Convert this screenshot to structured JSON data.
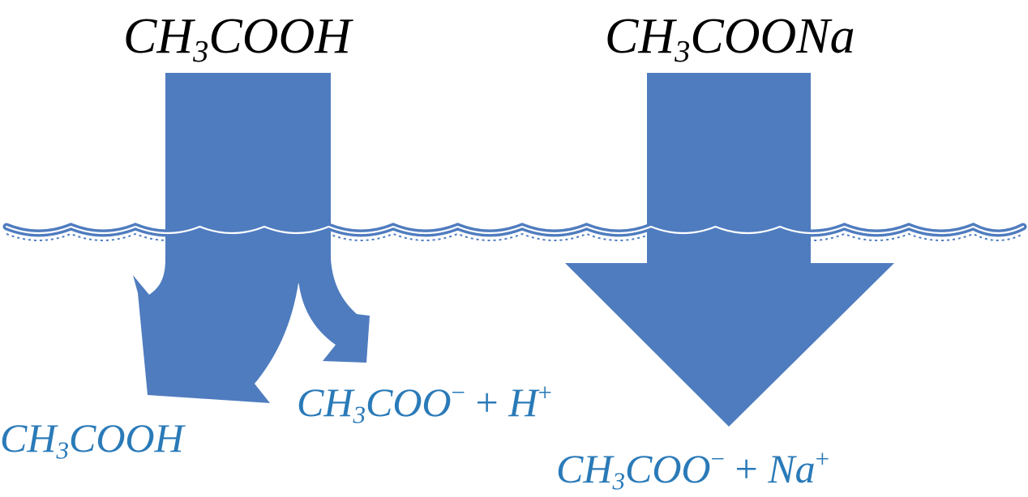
{
  "colors": {
    "arrow_fill": "#4f7cbf",
    "water_line": "#4f7cbf",
    "top_label": "#000000",
    "product_label": "#2a7ab8",
    "background": "#ffffff"
  },
  "labels": {
    "acid": {
      "base": "CH",
      "sub": "3",
      "rest": "COOH"
    },
    "salt": {
      "base": "CH",
      "sub": "3",
      "rest": "COONa"
    },
    "acid_undissociated": {
      "base": "CH",
      "sub": "3",
      "rest": "COOH"
    },
    "acid_ions": {
      "base": "CH",
      "sub": "3",
      "rest": "COO",
      "sup": "−",
      "plus": "+",
      "ion": "H",
      "ion_sup": "+"
    },
    "salt_ions": {
      "base": "CH",
      "sub": "3",
      "rest": "COO",
      "sup": "−",
      "plus": "+",
      "ion": "Na",
      "ion_sup": "+"
    }
  }
}
